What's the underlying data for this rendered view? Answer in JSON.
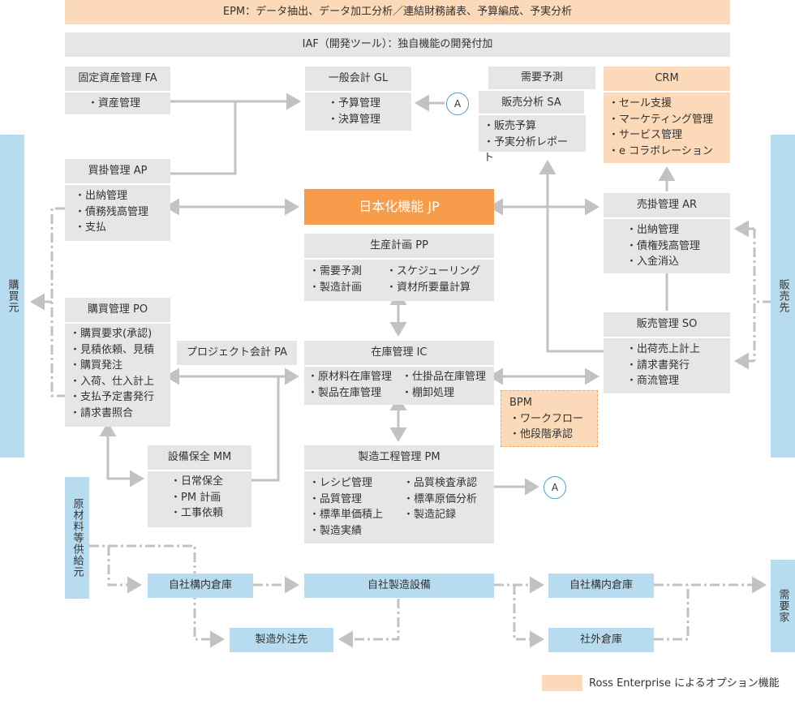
{
  "top_bands": {
    "epm": "EPM：データ抽出、データ加工分析／連結財務諸表、予算編成、予実分析",
    "iaf": "IAF（開発ツール）：独自機能の開発付加"
  },
  "modules": {
    "fa": {
      "title": "固定資産管理 FA",
      "items": [
        "・資産管理"
      ]
    },
    "gl": {
      "title": "一般会計 GL",
      "items": [
        "・予算管理",
        "・決算管理"
      ]
    },
    "demand": {
      "title": "需要予測"
    },
    "sa": {
      "title": "販売分析 SA",
      "items": [
        "・販売予算",
        "・予実分析レポート"
      ]
    },
    "crm": {
      "title": "CRM",
      "items": [
        "・セール支援",
        "・マーケティング管理",
        "・サービス管理",
        "・e コラボレーション"
      ]
    },
    "ap": {
      "title": "買掛管理 AP",
      "items": [
        "・出納管理",
        "・債務残高管理",
        "・支払"
      ]
    },
    "jp": {
      "title": "日本化機能 JP"
    },
    "ar": {
      "title": "売掛管理 AR",
      "items": [
        "・出納管理",
        "・債権残高管理",
        "・入金消込"
      ]
    },
    "pp": {
      "title": "生産計画 PP",
      "col1": [
        "・需要予測",
        "・製造計画"
      ],
      "col2": [
        "・スケジューリング",
        "・資材所要量計算"
      ]
    },
    "po": {
      "title": "購買管理 PO",
      "items": [
        "・購買要求(承認)",
        "・見積依頼、見積",
        "・購買発注",
        "・入荷、仕入計上",
        "・支払予定書発行",
        "・請求書照合"
      ]
    },
    "pa": {
      "title": "プロジェクト会計 PA"
    },
    "ic": {
      "title": "在庫管理 IC",
      "col1": [
        "・原材料在庫管理",
        "・製品在庫管理"
      ],
      "col2": [
        "・仕掛品在庫管理",
        "・棚卸処理"
      ]
    },
    "so": {
      "title": "販売管理 SO",
      "items": [
        "・出荷売上計上",
        "・請求書発行",
        "・商流管理"
      ]
    },
    "bpm": {
      "title": "BPM",
      "items": [
        "・ワークフロー",
        "・他段階承認"
      ]
    },
    "mm": {
      "title": "設備保全 MM",
      "items": [
        "・日常保全",
        "・PM 計画",
        "・工事依頼"
      ]
    },
    "pm": {
      "title": "製造工程管理 PM",
      "col1": [
        "・レシピ管理",
        "・品質管理",
        "・標準単価積上",
        "・製造実績"
      ],
      "col2": [
        "・品質検査承認",
        "・標準原価分析",
        "・製造記録"
      ]
    }
  },
  "connectors": {
    "a1": "A",
    "a2": "A"
  },
  "side_labels": {
    "buyer": "購買元",
    "seller": "販売先",
    "supplier": "原材料等供給元",
    "demander": "需要家"
  },
  "locations": {
    "own_warehouse_1": "自社構内倉庫",
    "own_factory": "自社製造設備",
    "own_warehouse_2": "自社構内倉庫",
    "subcontractor": "製造外注先",
    "external_warehouse": "社外倉庫"
  },
  "legend": {
    "label": "Ross Enterprise によるオプション機能"
  },
  "colors": {
    "module_gray": "#e6e6e6",
    "optional_orange": "#fcd9b8",
    "highlight_orange": "#f79c4a",
    "logistics_blue": "#b8dcef",
    "arrow_gray": "#c2c2c2",
    "connector_blue": "#4aa0c8"
  }
}
